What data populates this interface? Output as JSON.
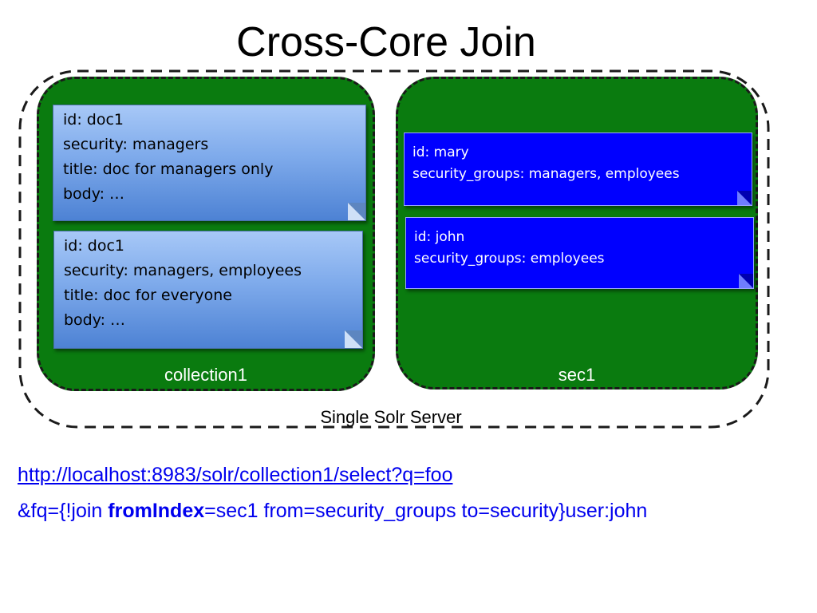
{
  "title": "Cross-Core Join",
  "server": {
    "label": "Single Solr Server"
  },
  "cores": [
    {
      "label": "collection1",
      "documents": [
        {
          "lines": [
            "id: doc1",
            "security: managers",
            "title: doc for managers only",
            "body: …"
          ]
        },
        {
          "lines": [
            "id: doc1",
            "security: managers, employees",
            "title: doc for everyone",
            "body: …"
          ]
        }
      ]
    },
    {
      "label": "sec1",
      "documents": [
        {
          "lines": [
            "id: mary",
            "security_groups: managers, employees"
          ]
        },
        {
          "lines": [
            "id: john",
            "security_groups: employees"
          ]
        }
      ]
    }
  ],
  "query": {
    "url": "http://localhost:8983/solr/collection1/select?q=foo",
    "line2_prefix": "&fq={!join ",
    "line2_bold": "fromIndex",
    "line2_suffix": "=sec1 from=security_groups to=security}user:john"
  },
  "colors": {
    "core_fill": "#0a7b0f",
    "light_note": "#7eaaeb",
    "dark_note": "#0000ff",
    "link": "#0000ee"
  }
}
